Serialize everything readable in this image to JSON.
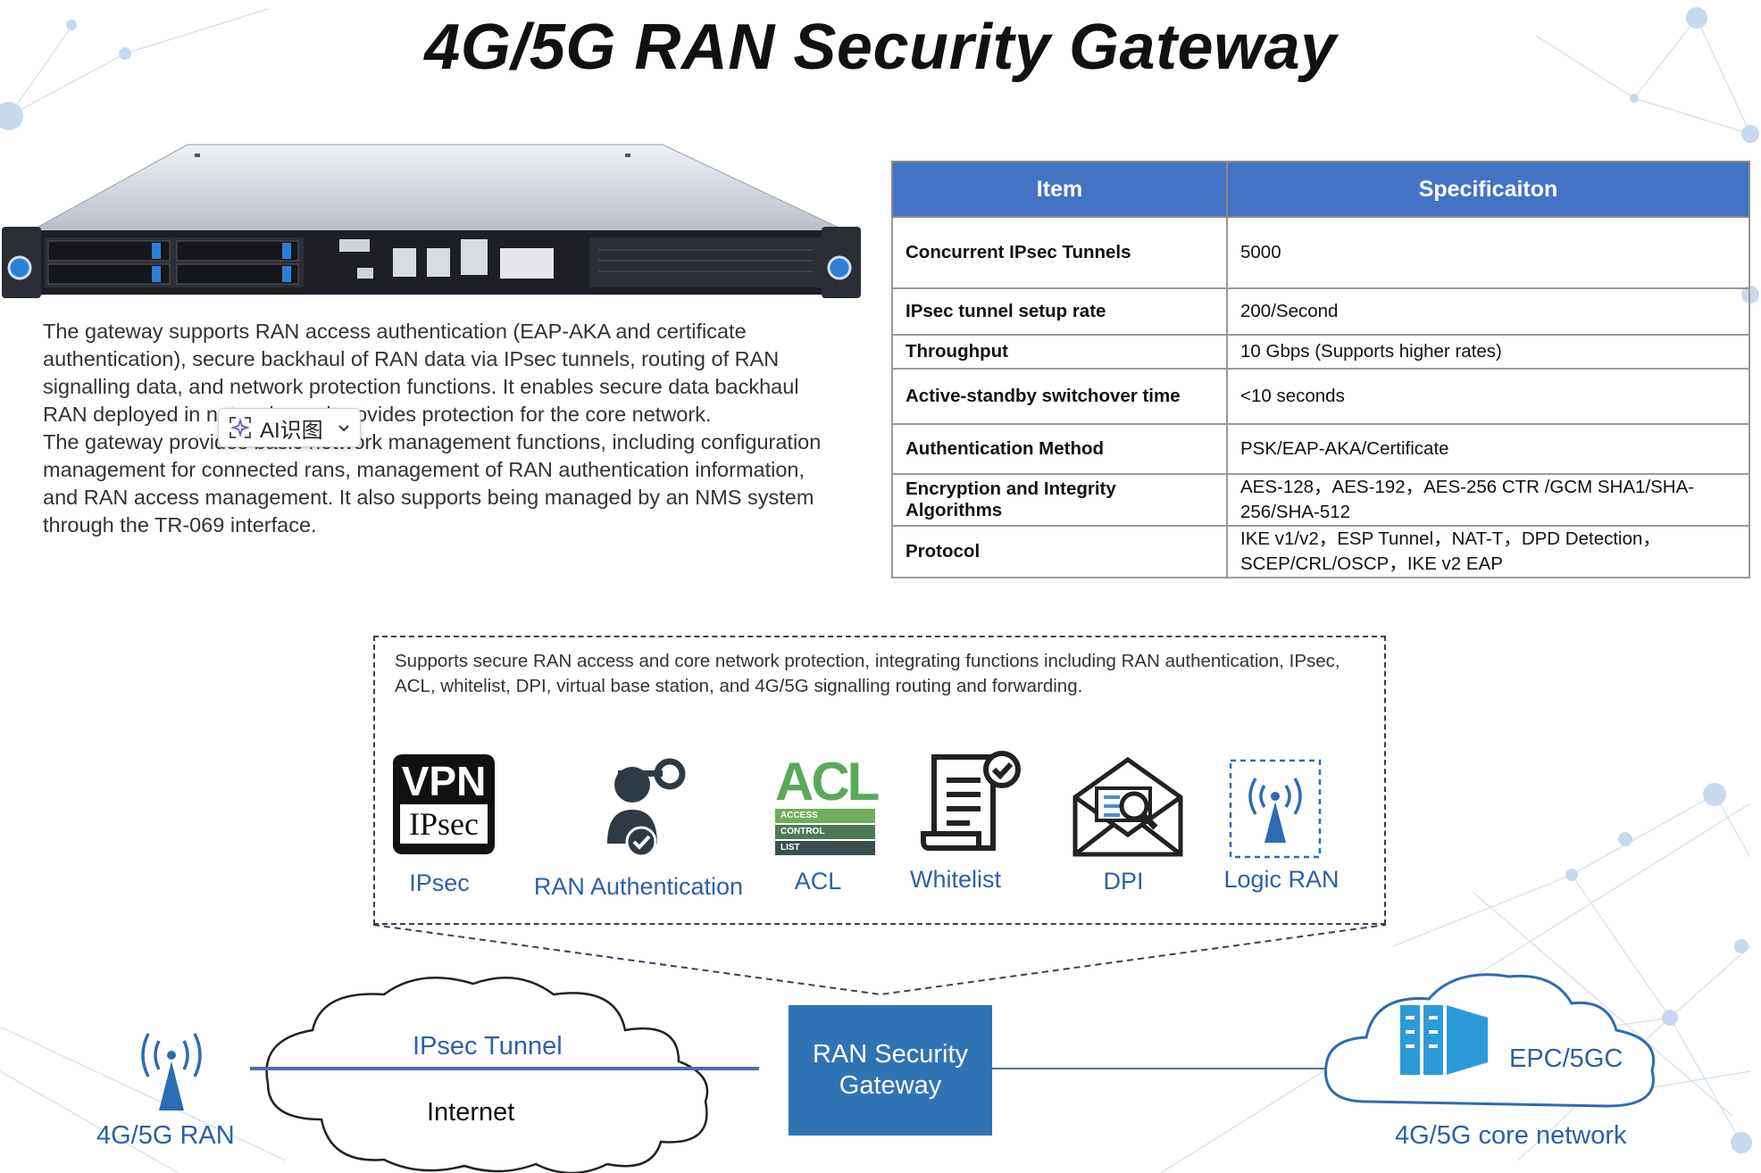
{
  "title": "4G/5G RAN Security Gateway",
  "description": {
    "p1": "The gateway supports RAN access authentication (EAP-AKA and certificate authentication), secure backhaul of RAN data via IPsec tunnels, routing of RAN signalling data, and network protection functions. It enables secure data backhaul RAN deployed in networks and provides protection for the core network.",
    "p2": "The gateway provides basic network management functions, including configuration management for connected rans, management of RAN authentication information, and RAN access management. It also supports being managed by an NMS system through the TR-069 interface."
  },
  "ai_button": {
    "label": "AI识图"
  },
  "spec_table": {
    "headers": [
      "Item",
      "Specificaiton"
    ],
    "rows": [
      {
        "item": "Concurrent IPsec Tunnels",
        "value": "5000"
      },
      {
        "item": "IPsec tunnel setup rate",
        "value": "200/Second"
      },
      {
        "item": "Throughput",
        "value": "10 Gbps (Supports higher rates)"
      },
      {
        "item": "Active-standby switchover time",
        "value": "<10 seconds"
      },
      {
        "item": "Authentication Method",
        "value": "PSK/EAP-AKA/Certificate"
      },
      {
        "item": "Encryption and Integrity Algorithms",
        "value": "AES-128，AES-192，AES-256 CTR /GCM SHA1/SHA-256/SHA-512"
      },
      {
        "item": "Protocol",
        "value": "IKE v1/v2，ESP Tunnel，NAT-T，DPD Detection，SCEP/CRL/OSCP，IKE v2 EAP"
      }
    ]
  },
  "features": {
    "summary": "Supports secure RAN access and core network protection, integrating functions including RAN authentication, IPsec, ACL, whitelist, DPI, virtual base station, and 4G/5G signalling routing and forwarding.",
    "items": [
      {
        "label": "IPsec",
        "icon": "vpn-ipsec-icon"
      },
      {
        "label": "RAN Authentication",
        "icon": "user-key-icon"
      },
      {
        "label": "ACL",
        "icon": "acl-icon"
      },
      {
        "label": "Whitelist",
        "icon": "document-check-icon"
      },
      {
        "label": "DPI",
        "icon": "envelope-inspect-icon"
      },
      {
        "label": "Logic RAN",
        "icon": "antenna-icon"
      }
    ],
    "icon_text": {
      "vpn": "VPN",
      "ipsec": "IPsec",
      "acl": "ACL",
      "access": "ACCESS",
      "control": "CONTROL",
      "list": "LIST"
    }
  },
  "diagram": {
    "ran_label": "4G/5G RAN",
    "tunnel_label": "IPsec Tunnel",
    "internet_label": "Internet",
    "gateway_label": "RAN Security Gateway",
    "epc_label": "EPC/5GC",
    "core_label": "4G/5G core network"
  },
  "colors": {
    "title": "#111111",
    "table_header": "#4472c4",
    "feature_label": "#2e5fa8",
    "gateway_box": "#2e74b5",
    "diagram_line": "#4a6fb3",
    "cloud_stroke": "#2d6bb5"
  }
}
